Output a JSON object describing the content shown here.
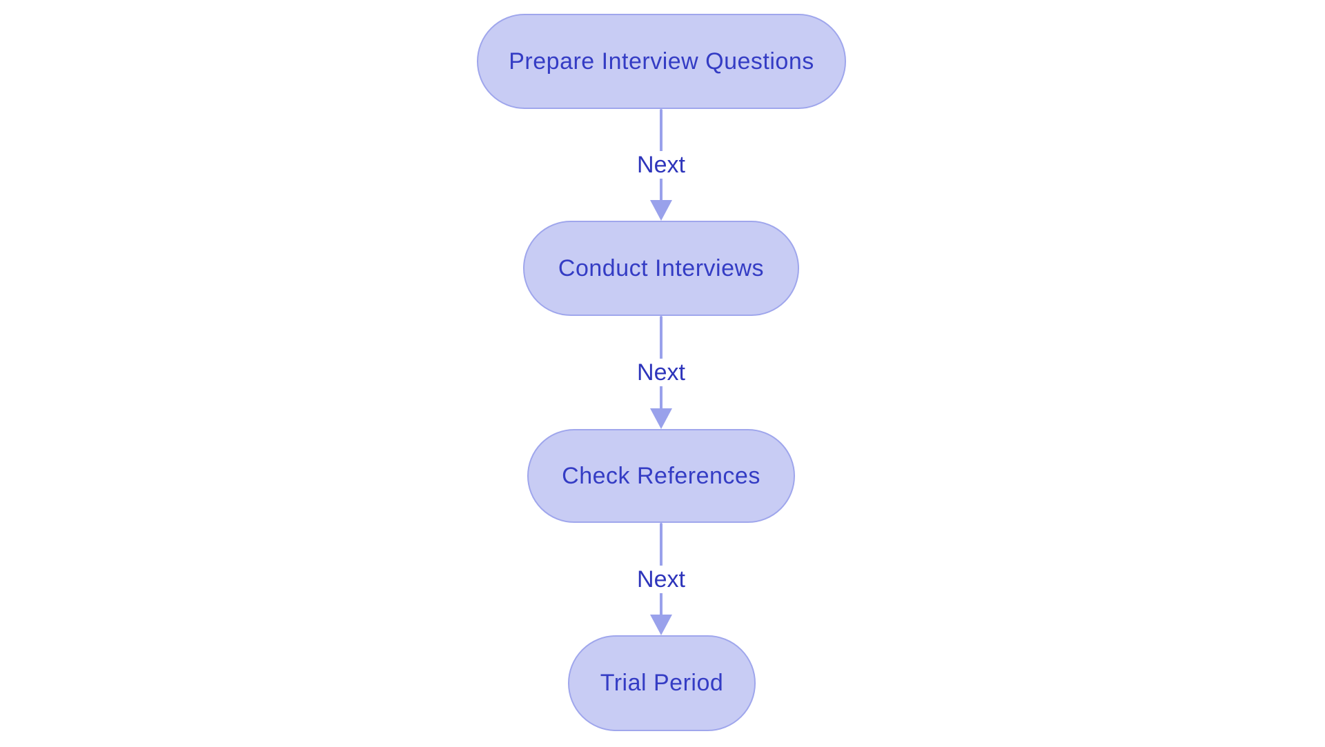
{
  "diagram": {
    "type": "flowchart",
    "direction": "top-down",
    "nodes": [
      {
        "id": "prepare-interview-questions",
        "label": "Prepare Interview Questions"
      },
      {
        "id": "conduct-interviews",
        "label": "Conduct Interviews"
      },
      {
        "id": "check-references",
        "label": "Check References"
      },
      {
        "id": "trial-period",
        "label": "Trial Period"
      }
    ],
    "edges": [
      {
        "from": "prepare-interview-questions",
        "to": "conduct-interviews",
        "label": "Next"
      },
      {
        "from": "conduct-interviews",
        "to": "check-references",
        "label": "Next"
      },
      {
        "from": "check-references",
        "to": "trial-period",
        "label": "Next"
      }
    ],
    "colors": {
      "canvas_bg": "#ffffff",
      "node_fill": "#c8ccf4",
      "node_border": "#9fa6ec",
      "node_text": "#343cc4",
      "edge_line": "#99a1eb",
      "edge_label_text": "#2e35bb",
      "edge_label_bg": "#ffffff"
    }
  }
}
